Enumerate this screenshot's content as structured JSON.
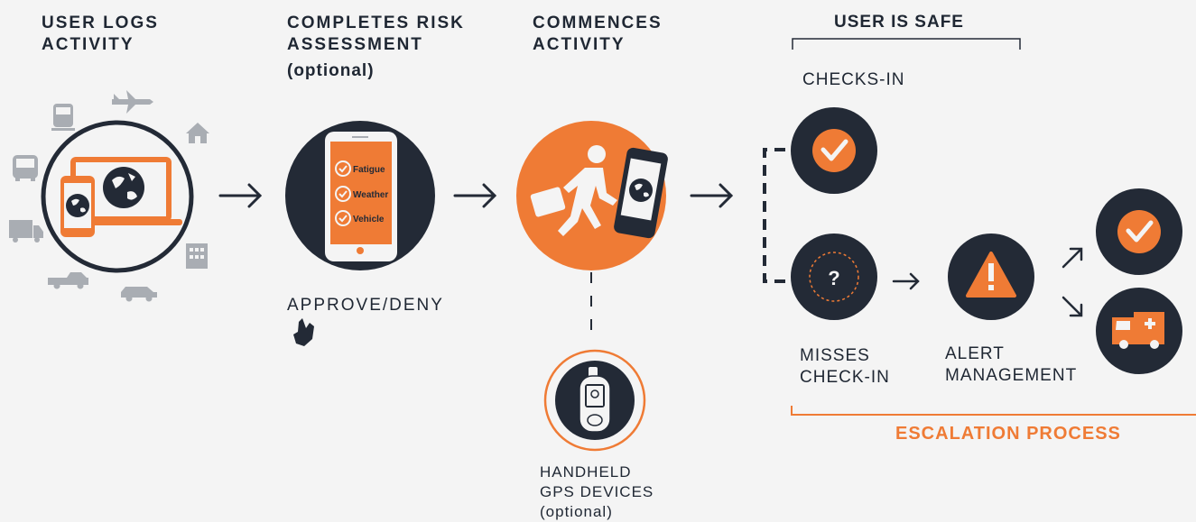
{
  "steps": {
    "log": {
      "title": "USER LOGS\nACTIVITY"
    },
    "risk": {
      "title": "COMPLETES RISK\nASSESSMENT",
      "subtitle": "(optional)",
      "checklist": [
        "Fatigue",
        "Weather",
        "Vehicle"
      ],
      "approval_label": "APPROVE/DENY"
    },
    "commence": {
      "title": "COMMENCES\nACTIVITY"
    },
    "gps": {
      "label": "HANDHELD\nGPS DEVICES\n(optional)"
    }
  },
  "outcomes": {
    "safe_header": "USER IS SAFE",
    "checks_in": "CHECKS-IN",
    "misses": "MISSES\nCHECK-IN",
    "alert": "ALERT\nMANAGEMENT",
    "escalation": "ESCALATION PROCESS"
  },
  "colors": {
    "navy": "#232a36",
    "orange": "#ef7b35",
    "grey": "#a9adb3",
    "background": "#f4f4f4"
  }
}
